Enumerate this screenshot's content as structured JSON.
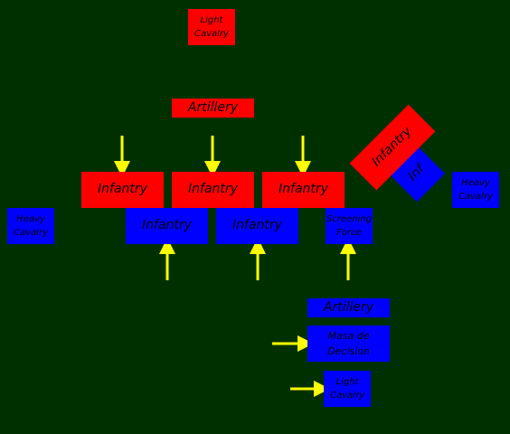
{
  "colors": {
    "background": "#003000",
    "red_side": "#FF0000",
    "blue_side": "#0000FF",
    "arrow": "#FFFF00"
  },
  "red": {
    "light_cavalry": "Light\nCavalry",
    "artillery": "Artillery",
    "infantry_1": "Infantry",
    "infantry_2": "Infantry",
    "infantry_3": "Infantry",
    "infantry_rotated": "Infantry"
  },
  "blue": {
    "heavy_cavalry_left": "Heavy\nCavalry",
    "infantry_1": "Infantry",
    "infantry_2": "Infantry",
    "screening_force": "Screening\nForce",
    "inf_rotated": "Inf",
    "heavy_cavalry_right": "Heavy\nCavalry",
    "artillery": "Artillery",
    "masa_de_decision": "Masa de\nDecision",
    "light_cavalry": "Light\nCavalry"
  }
}
